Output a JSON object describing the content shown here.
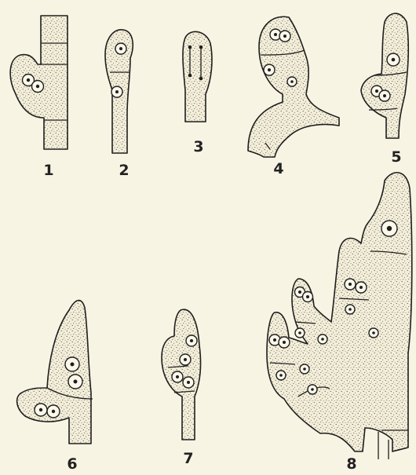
{
  "plate": {
    "background": "#f8f4e4",
    "ink": "#1e1e1e",
    "figures": [
      {
        "label": "1"
      },
      {
        "label": "2"
      },
      {
        "label": "3"
      },
      {
        "label": "4"
      },
      {
        "label": "5"
      },
      {
        "label": "6"
      },
      {
        "label": "7"
      },
      {
        "label": "8"
      }
    ]
  }
}
